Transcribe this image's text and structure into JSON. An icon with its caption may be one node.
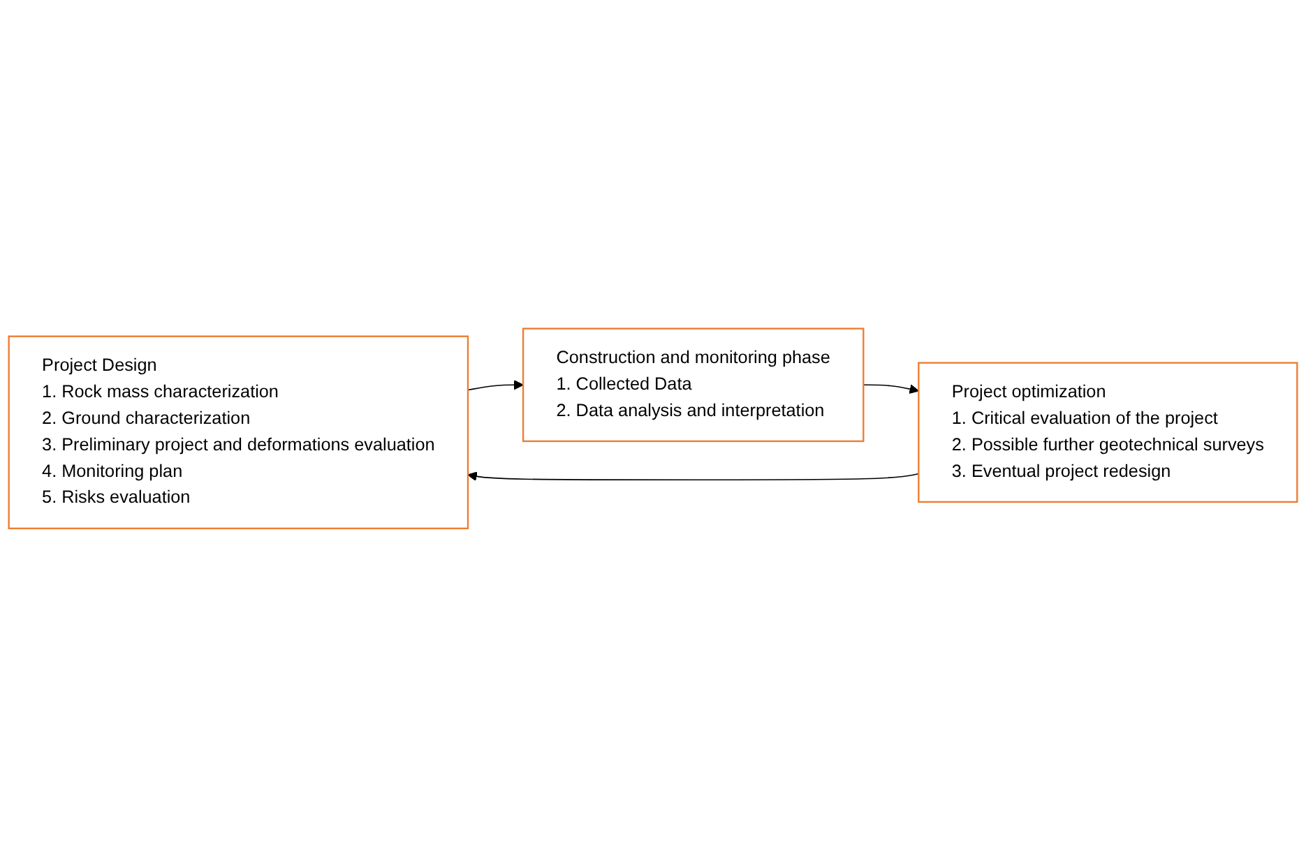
{
  "diagram": {
    "nodes": [
      {
        "text": [
          "Project Design",
          "1. Rock mass characterization",
          "2. Ground characterization",
          "3. Preliminary project and deformations evaluation",
          "4. Monitoring plan",
          "5. Risks evaluation"
        ]
      },
      {
        "text": [
          "Construction and monitoring phase",
          "1. Collected Data",
          "2. Data analysis and interpretation"
        ]
      },
      {
        "text": [
          "Project optimization",
          "1. Critical evaluation of the project",
          "2. Possible further geotechnical surveys",
          "3. Eventual project redesign"
        ]
      }
    ],
    "edges": [
      {
        "from": 0,
        "to": 1,
        "arrow": "to"
      },
      {
        "from": 1,
        "to": 2,
        "arrow": "to"
      },
      {
        "from": 2,
        "to": 0,
        "arrow": "to"
      }
    ]
  }
}
